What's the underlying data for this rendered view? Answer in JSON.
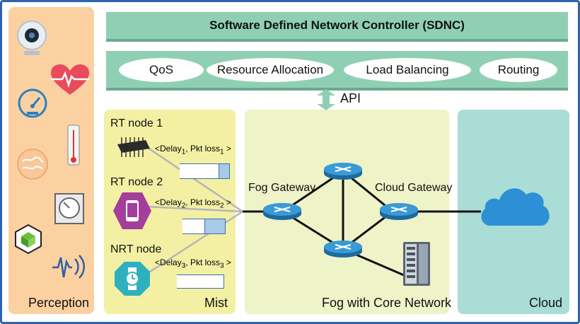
{
  "controller": {
    "title": "Software Defined Network Controller (SDNC)"
  },
  "services": [
    "QoS",
    "Resource Allocation",
    "Load Balancing",
    "Routing"
  ],
  "api_label": "API",
  "perception": {
    "label": "Perception"
  },
  "mist": {
    "label": "Mist",
    "nodes": [
      {
        "name": "RT node 1",
        "delay": "Delay",
        "sub": "1",
        "loss": "Pkt loss",
        "loss_sub": "1"
      },
      {
        "name": "RT node 2",
        "delay": "Delay",
        "sub": "2",
        "loss": "Pkt loss",
        "loss_sub": "2"
      },
      {
        "name": "NRT node",
        "delay": "Delay",
        "sub": "3",
        "loss": "Pkt loss",
        "loss_sub": "3"
      }
    ]
  },
  "fog": {
    "label": "Fog with Core Network",
    "fog_gateway": "Fog Gateway",
    "cloud_gateway": "Cloud Gateway"
  },
  "cloud": {
    "label": "Cloud"
  },
  "colors": {
    "perception": "#fbd1a2",
    "mist": "#f3f0a4",
    "fog": "#eef3c8",
    "cloud": "#a9ddd6",
    "bar": "#8fd0b5",
    "router": "#2e86c1",
    "cloud_icon": "#2d8fd5"
  }
}
